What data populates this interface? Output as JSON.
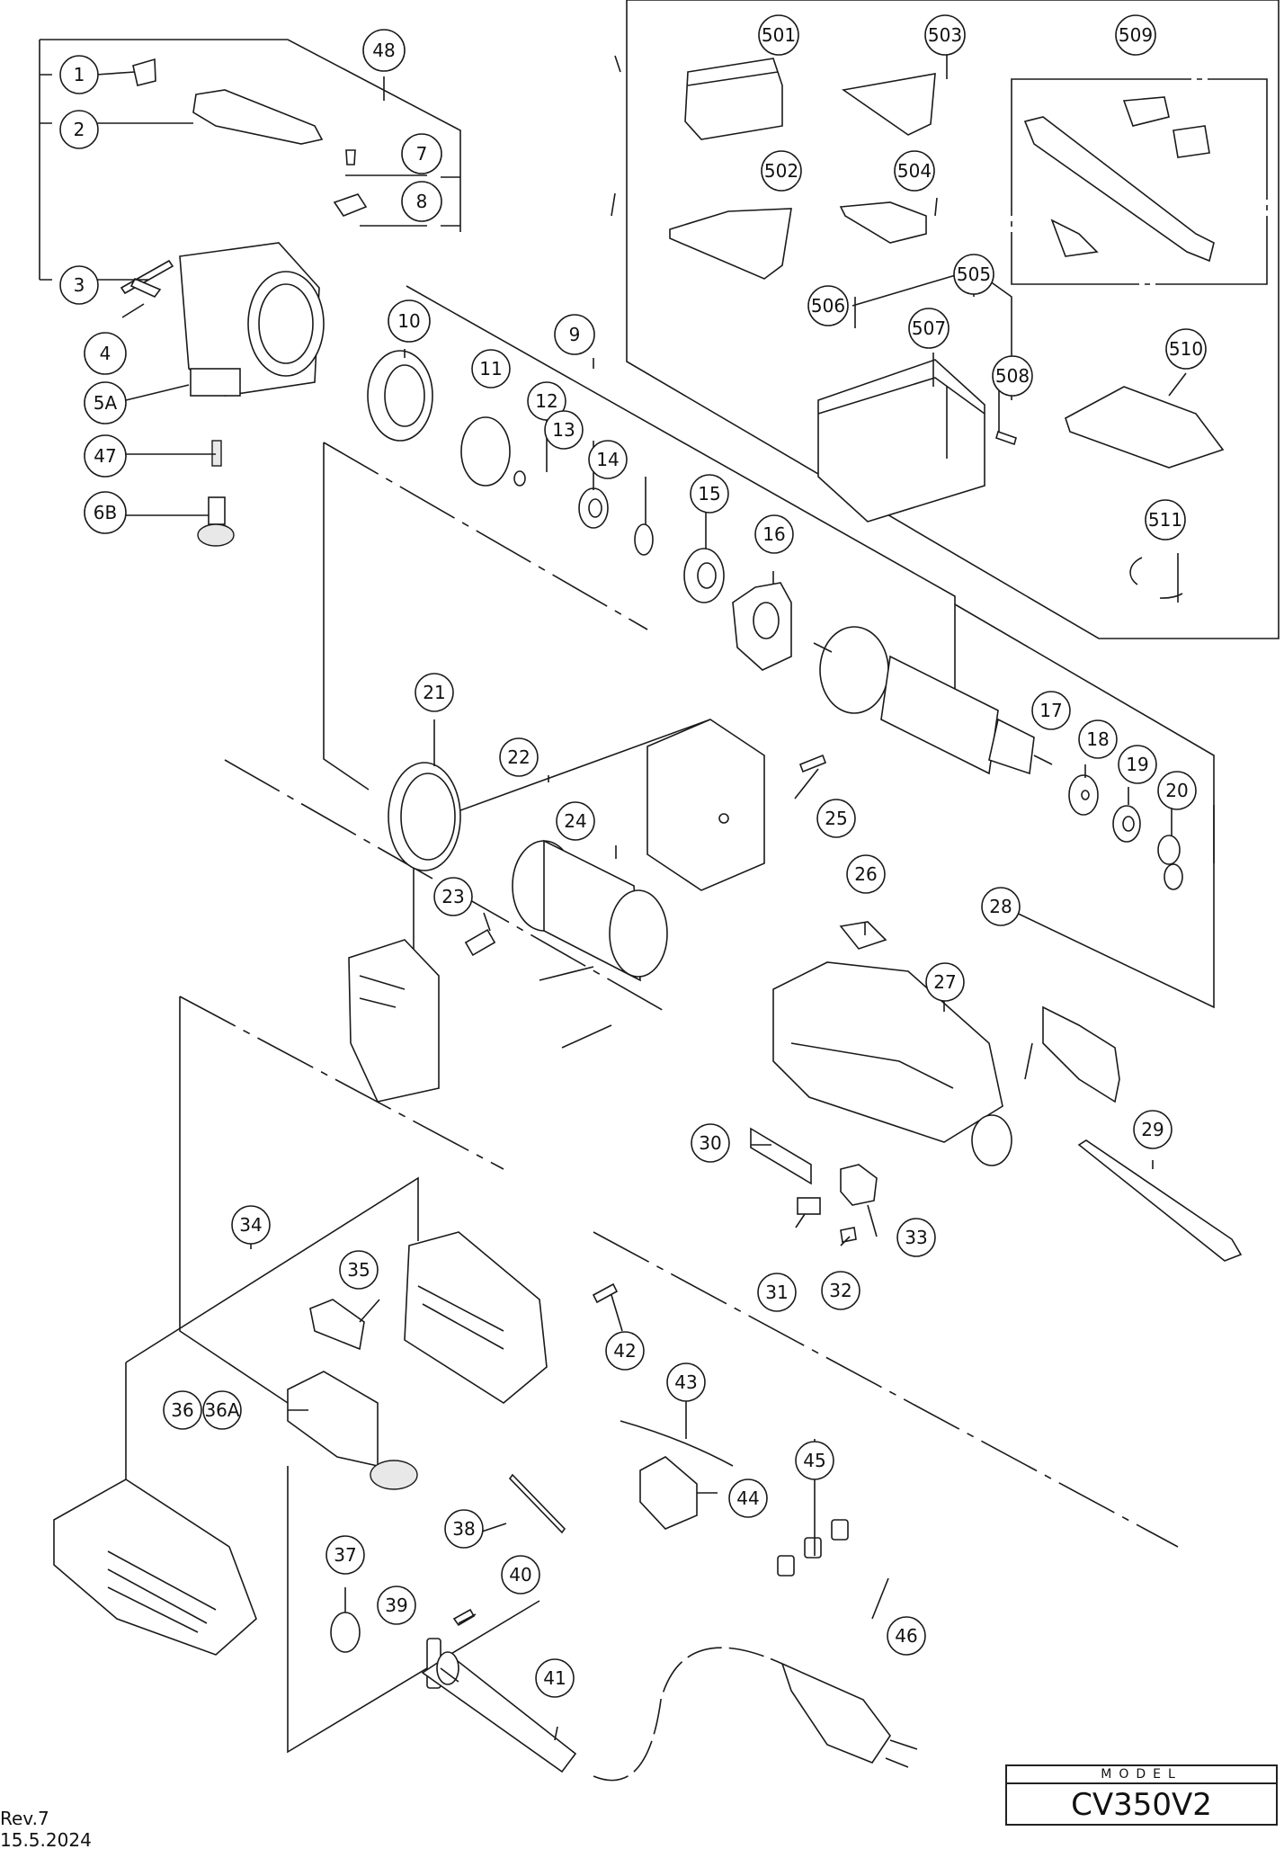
{
  "title_block": {
    "model_label": "MODEL",
    "model_value": "CV350V2"
  },
  "revision": {
    "rev": "Rev.7",
    "date": "15.5.2024"
  },
  "parts": [
    {
      "id": "1",
      "label": "1"
    },
    {
      "id": "2",
      "label": "2"
    },
    {
      "id": "3",
      "label": "3"
    },
    {
      "id": "4",
      "label": "4"
    },
    {
      "id": "5A",
      "label": "5A"
    },
    {
      "id": "6B",
      "label": "6B"
    },
    {
      "id": "7",
      "label": "7"
    },
    {
      "id": "8",
      "label": "8"
    },
    {
      "id": "9",
      "label": "9"
    },
    {
      "id": "10",
      "label": "10"
    },
    {
      "id": "11",
      "label": "11"
    },
    {
      "id": "12",
      "label": "12"
    },
    {
      "id": "13",
      "label": "13"
    },
    {
      "id": "14",
      "label": "14"
    },
    {
      "id": "15",
      "label": "15"
    },
    {
      "id": "16",
      "label": "16"
    },
    {
      "id": "17",
      "label": "17"
    },
    {
      "id": "18",
      "label": "18"
    },
    {
      "id": "19",
      "label": "19"
    },
    {
      "id": "20",
      "label": "20"
    },
    {
      "id": "21",
      "label": "21"
    },
    {
      "id": "22",
      "label": "22"
    },
    {
      "id": "23",
      "label": "23"
    },
    {
      "id": "24",
      "label": "24"
    },
    {
      "id": "25",
      "label": "25"
    },
    {
      "id": "26",
      "label": "26"
    },
    {
      "id": "27",
      "label": "27"
    },
    {
      "id": "28",
      "label": "28"
    },
    {
      "id": "29",
      "label": "29"
    },
    {
      "id": "30",
      "label": "30"
    },
    {
      "id": "31",
      "label": "31"
    },
    {
      "id": "32",
      "label": "32"
    },
    {
      "id": "33",
      "label": "33"
    },
    {
      "id": "34",
      "label": "34"
    },
    {
      "id": "35",
      "label": "35"
    },
    {
      "id": "36",
      "label": "36"
    },
    {
      "id": "36A",
      "label": "36A"
    },
    {
      "id": "37",
      "label": "37"
    },
    {
      "id": "38",
      "label": "38"
    },
    {
      "id": "39",
      "label": "39"
    },
    {
      "id": "40",
      "label": "40"
    },
    {
      "id": "41",
      "label": "41"
    },
    {
      "id": "42",
      "label": "42"
    },
    {
      "id": "43",
      "label": "43"
    },
    {
      "id": "44",
      "label": "44"
    },
    {
      "id": "45",
      "label": "45"
    },
    {
      "id": "46",
      "label": "46"
    },
    {
      "id": "47",
      "label": "47"
    },
    {
      "id": "48",
      "label": "48"
    }
  ],
  "accessories": [
    {
      "id": "501",
      "label": "501"
    },
    {
      "id": "502",
      "label": "502"
    },
    {
      "id": "503",
      "label": "503"
    },
    {
      "id": "504",
      "label": "504"
    },
    {
      "id": "505",
      "label": "505"
    },
    {
      "id": "506",
      "label": "506"
    },
    {
      "id": "507",
      "label": "507"
    },
    {
      "id": "508",
      "label": "508"
    },
    {
      "id": "509",
      "label": "509"
    },
    {
      "id": "510",
      "label": "510"
    },
    {
      "id": "511",
      "label": "511"
    }
  ]
}
